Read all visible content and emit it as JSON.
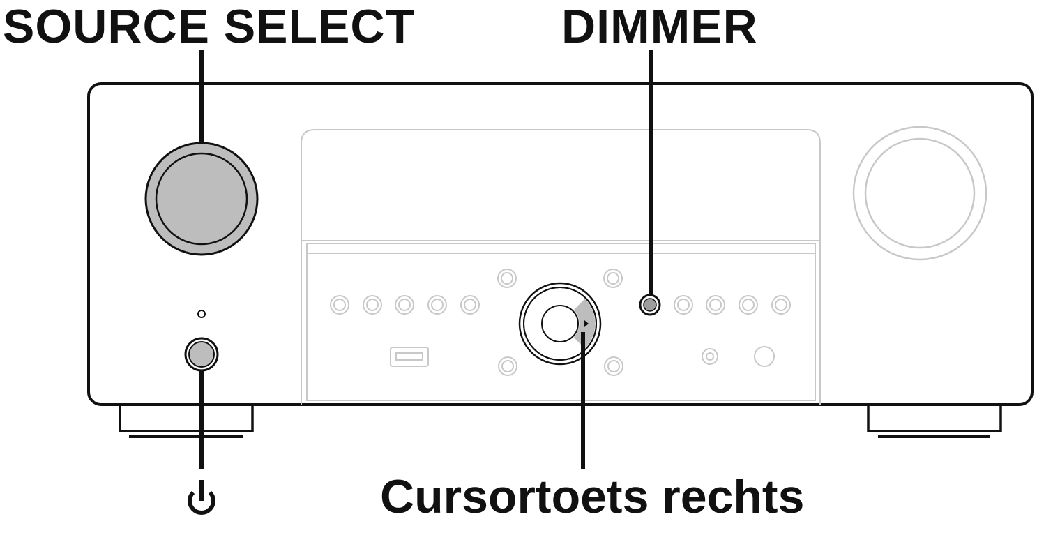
{
  "labels": {
    "source_select": "SOURCE SELECT",
    "dimmer": "DIMMER",
    "cursor_right": "Cursortoets rechts",
    "power_symbol": "⏻"
  },
  "icons": {
    "power": "power-icon",
    "usb_port": "usb-port-icon",
    "cursor_arrow": "right-arrow-icon"
  },
  "colors": {
    "ink": "#111111",
    "faded_line": "#c8c8c8",
    "highlight_fill": "#bdbdbd",
    "background": "#ffffff"
  }
}
